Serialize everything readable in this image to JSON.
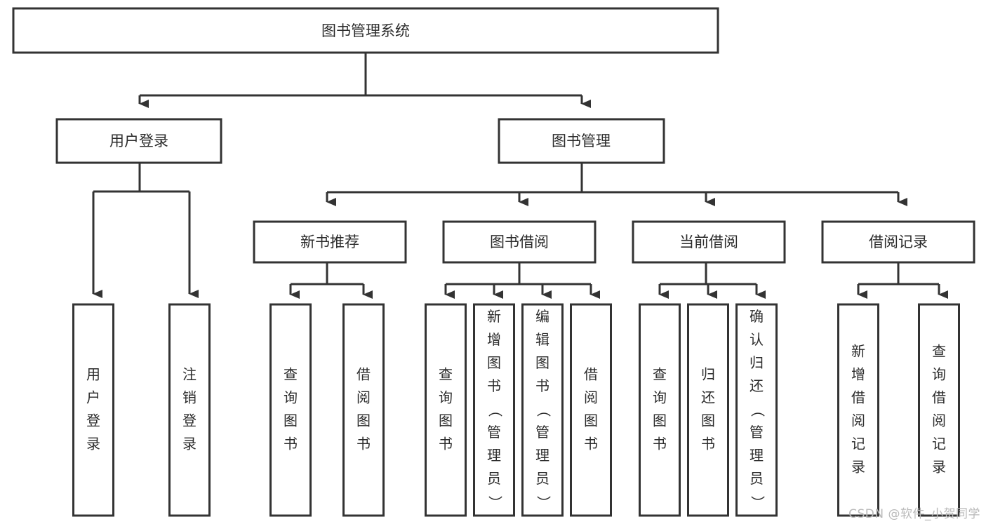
{
  "diagram": {
    "type": "tree",
    "title": "图书管理系统",
    "root": {
      "id": "root",
      "label": "图书管理系统"
    },
    "level2": [
      {
        "id": "user-login",
        "label": "用户登录"
      },
      {
        "id": "book-manage",
        "label": "图书管理"
      }
    ],
    "level3": [
      {
        "id": "new-book-rec",
        "label": "新书推荐",
        "parent": "book-manage"
      },
      {
        "id": "book-borrow",
        "label": "图书借阅",
        "parent": "book-manage"
      },
      {
        "id": "current-borrow",
        "label": "当前借阅",
        "parent": "book-manage"
      },
      {
        "id": "borrow-record",
        "label": "借阅记录",
        "parent": "book-manage"
      }
    ],
    "leaves": [
      {
        "id": "leaf-user-login",
        "label": "用户登录",
        "parent": "user-login"
      },
      {
        "id": "leaf-user-logout",
        "label": "注销登录",
        "parent": "user-login"
      },
      {
        "id": "leaf-query-book-1",
        "label": "查询图书",
        "parent": "new-book-rec"
      },
      {
        "id": "leaf-borrow-book-1",
        "label": "借阅图书",
        "parent": "new-book-rec"
      },
      {
        "id": "leaf-query-book-2",
        "label": "查询图书",
        "parent": "book-borrow"
      },
      {
        "id": "leaf-add-book",
        "label": "新增图书（管理员）",
        "parent": "book-borrow"
      },
      {
        "id": "leaf-edit-book",
        "label": "编辑图书（管理员）",
        "parent": "book-borrow"
      },
      {
        "id": "leaf-borrow-book-2",
        "label": "借阅图书",
        "parent": "book-borrow"
      },
      {
        "id": "leaf-query-book-3",
        "label": "查询图书",
        "parent": "current-borrow"
      },
      {
        "id": "leaf-return-book",
        "label": "归还图书",
        "parent": "current-borrow"
      },
      {
        "id": "leaf-confirm-return",
        "label": "确认归还（管理员）",
        "parent": "current-borrow"
      },
      {
        "id": "leaf-add-record",
        "label": "新增借阅记录",
        "parent": "borrow-record"
      },
      {
        "id": "leaf-query-record",
        "label": "查询借阅记录",
        "parent": "borrow-record"
      }
    ]
  },
  "watermark": {
    "text": "CSDN @软件_小贺同学"
  },
  "colors": {
    "box_stroke": "#333333",
    "box_fill": "#ffffff",
    "text": "#2b2b2b",
    "background": "#ffffff",
    "watermark": "#b9b9b9"
  }
}
